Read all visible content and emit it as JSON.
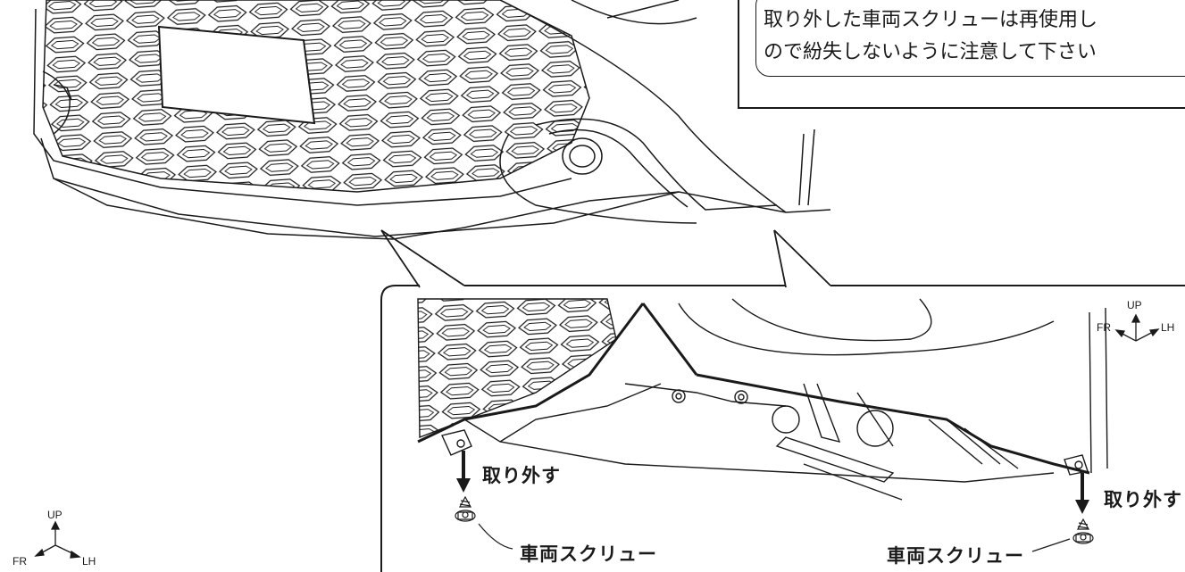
{
  "note": {
    "line1": "取り外した車両スクリューは再使用し",
    "line2": "ので紛失しないように注意して下さい"
  },
  "labels": {
    "remove_left": "取り外す",
    "remove_right": "取り外す",
    "screw_left": "車両スクリュー",
    "screw_right": "車両スクリュー"
  },
  "orientation_main": {
    "up": "UP",
    "fr": "FR",
    "lh": "LH"
  },
  "orientation_detail": {
    "up": "UP",
    "fr": "FR",
    "lh": "LH"
  }
}
